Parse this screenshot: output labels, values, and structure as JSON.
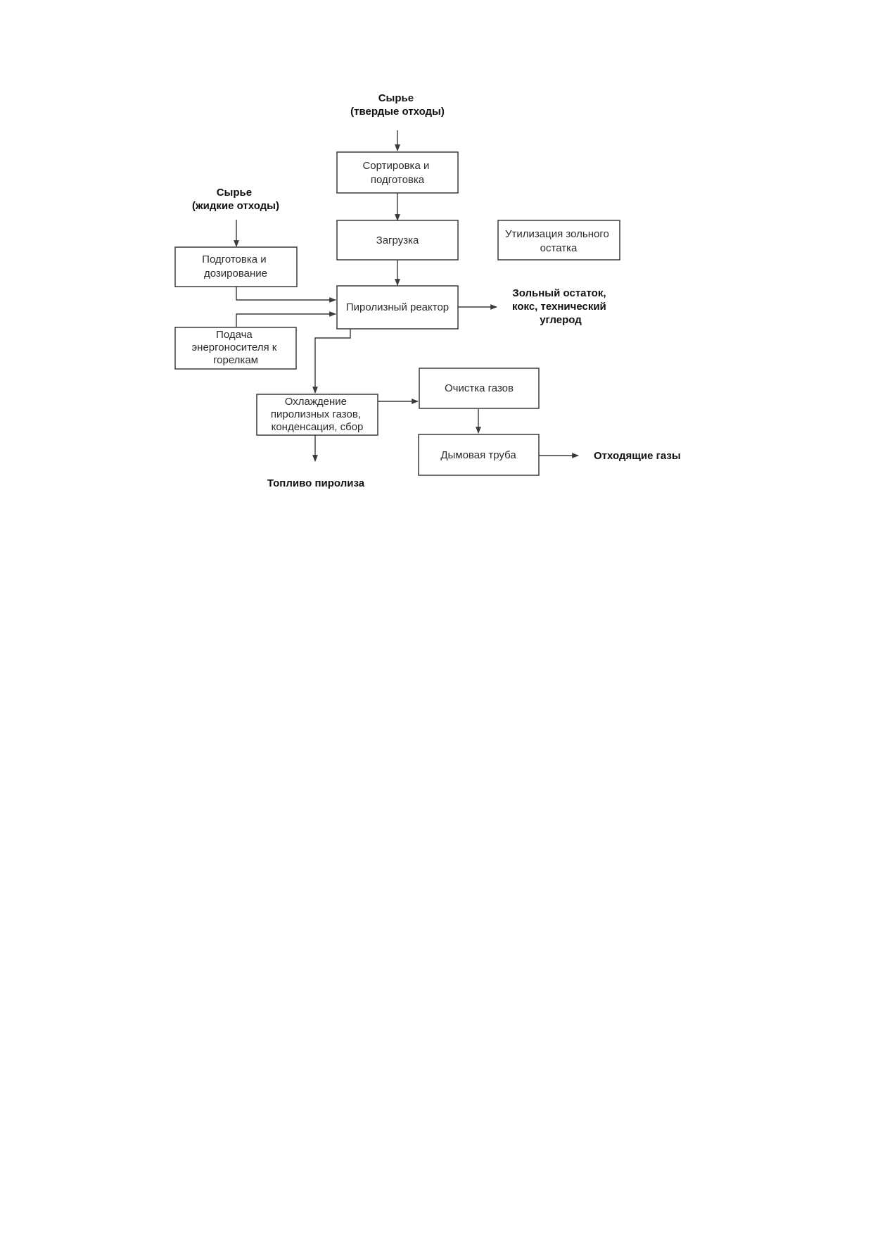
{
  "nodes": {
    "sorting": [
      "Сортировка и",
      "подготовка"
    ],
    "loading": [
      "Загрузка"
    ],
    "ash_util": [
      "Утилизация зольного",
      "остатка"
    ],
    "prep_dosing": [
      "Подготовка и",
      "дозирование"
    ],
    "reactor": [
      "Пиролизный реактор"
    ],
    "energy_supply": [
      "Подача",
      "энергоносителя к",
      "горелкам"
    ],
    "cooling": [
      "Охлаждение",
      "пиролизных газов,",
      "конденсация, сбор"
    ],
    "gas_cleaning": [
      "Очистка газов"
    ],
    "chimney": [
      "Дымовая труба"
    ]
  },
  "labels": {
    "raw_solid": [
      "Сырье",
      "(твердые отходы)"
    ],
    "raw_liquid": [
      "Сырье",
      "(жидкие отходы)"
    ],
    "ash_output": [
      "Зольный остаток,",
      "кокс, технический",
      "углерод"
    ],
    "pyrolysis_fuel": [
      "Топливо пиролиза"
    ],
    "exhaust_gases": [
      "Отходящие газы"
    ]
  }
}
